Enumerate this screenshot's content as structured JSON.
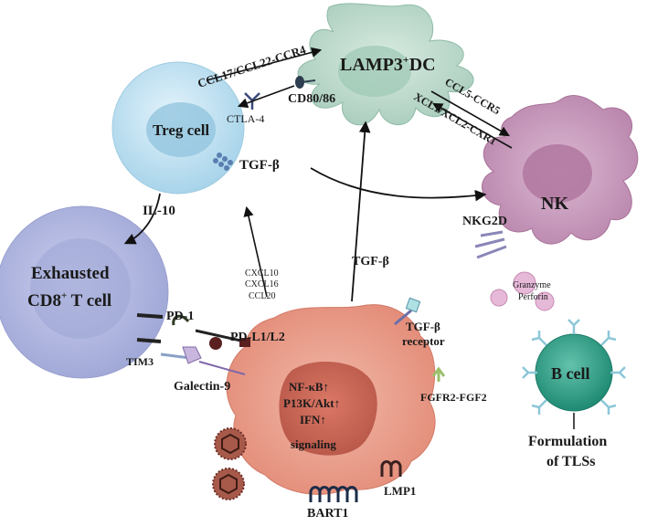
{
  "cells": {
    "dc": "LAMP3",
    "dc_sup": "+",
    "dc_suffix": "DC",
    "treg": "Treg cell",
    "nk": "NK",
    "exhausted_line1": "Exhausted",
    "exhausted_line2_pre": "CD8",
    "exhausted_line2_sup": "+",
    "exhausted_line2_post": " T cell",
    "bcell": "B cell"
  },
  "labels": {
    "ccl17": "CCL17/CCL22-CCR4",
    "cd80": "CD80/86",
    "ctla4": "CTLA-4",
    "ccl5": "CCL5-CCR5",
    "xcl1": "XCL1/XCL2-CXR1",
    "tgfb_treg": "TGF-β",
    "il10": "IL-10",
    "nkg2d": "NKG2D",
    "granzyme": "Granzyme",
    "perforin": "Perforin",
    "cxcl10": "CXCL10",
    "cxcl16": "CXCL16",
    "ccl20": "CCL20",
    "tgfb_tumor": "TGF-β",
    "pd1": "PD-1",
    "pdl1": "PD-L1/L2",
    "tim3": "TIM3",
    "galectin": "Galectin-9",
    "tgfb_receptor_1": "TGF-β",
    "tgfb_receptor_2": "receptor",
    "fgfr": "FGFR2-FGF2",
    "nfkb": "NF-κB↑",
    "pi3k": "P13K/Akt↑",
    "ifn": "IFN↑",
    "signaling": "signaling",
    "lmp1": "LMP1",
    "bart1": "BART1",
    "tls_1": "Formulation",
    "tls_2": "of TLSs"
  },
  "colors": {
    "dc": "#b9d6c9",
    "treg": "#bfe0ef",
    "nk": "#c99abd",
    "cd8": "#b2b8de",
    "tumor": "#e69a86",
    "bcell": "#3aa58f"
  }
}
